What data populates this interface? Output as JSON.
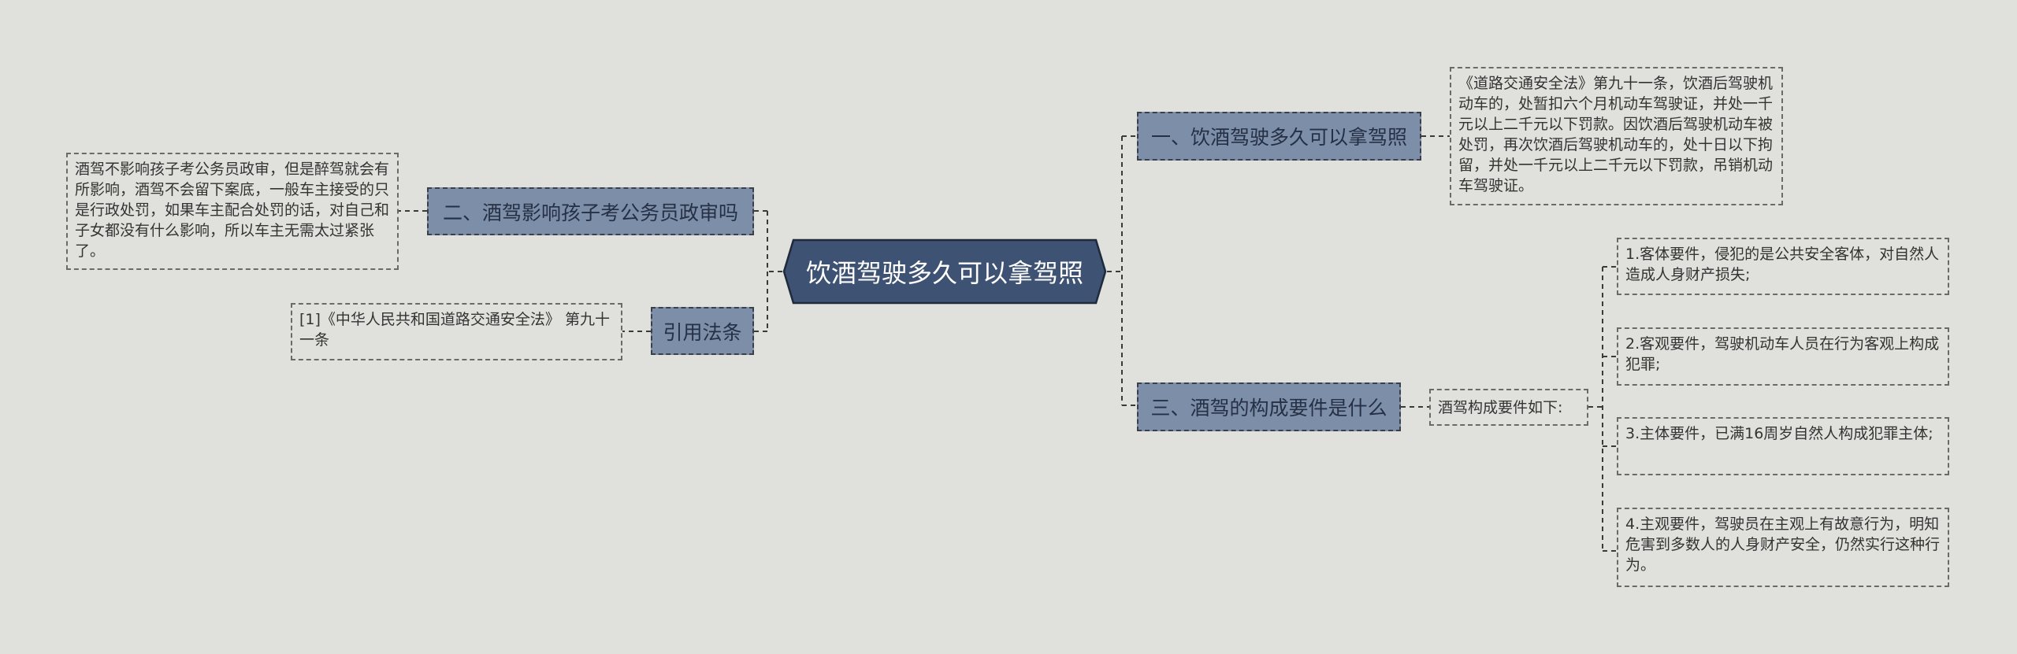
{
  "root": {
    "label": "饮酒驾驶多久可以拿驾照"
  },
  "branches": {
    "b1": {
      "label": "一、饮酒驾驶多久可以拿驾照"
    },
    "b2": {
      "label": "二、酒驾影响孩子考公务员政审吗"
    },
    "b3": {
      "label": "三、酒驾的构成要件是什么"
    },
    "b4": {
      "label": "引用法条"
    }
  },
  "leaves": {
    "l1": {
      "text": "《道路交通安全法》第九十一条，饮酒后驾驶机动车的，处暂扣六个月机动车驾驶证，并处一千元以上二千元以下罚款。因饮酒后驾驶机动车被处罚，再次饮酒后驾驶机动车的，处十日以下拘留，并处一千元以上二千元以下罚款，吊销机动车驾驶证。"
    },
    "l2": {
      "text": "酒驾不影响孩子考公务员政审，但是醉驾就会有所影响，酒驾不会留下案底，一般车主接受的只是行政处罚，如果车主配合处罚的话，对自己和子女都没有什么影响，所以车主无需太过紧张了。"
    },
    "l3": {
      "text": "[1]《中华人民共和国道路交通安全法》 第九十一条"
    },
    "l4": {
      "text": "酒驾构成要件如下:"
    },
    "l5": {
      "text": "1.客体要件，侵犯的是公共安全客体，对自然人造成人身财产损失;"
    },
    "l6": {
      "text": "2.客观要件，驾驶机动车人员在行为客观上构成犯罪;"
    },
    "l7": {
      "text": "3.主体要件，已满16周岁自然人构成犯罪主体;"
    },
    "l8": {
      "text": "4.主观要件，驾驶员在主观上有故意行为，明知危害到多数人的人身财产安全，仍然实行这种行为。"
    }
  },
  "colors": {
    "background": "#e0e0dc",
    "root_fill": "#3e5273",
    "branch_fill": "#7d8ea9",
    "line": "#3a3a3a"
  }
}
